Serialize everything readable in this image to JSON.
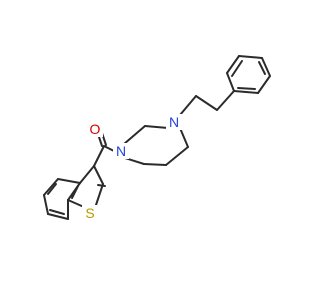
{
  "atoms": {
    "oxygen": {
      "symbol": "O",
      "color": "#d40000"
    },
    "nitrogen_amide": {
      "symbol": "N",
      "color": "#2244dd"
    },
    "nitrogen_amine": {
      "symbol": "N",
      "color": "#2244dd"
    },
    "sulfur": {
      "symbol": "S",
      "color": "#b59b00"
    }
  },
  "bond_color": "#2b2b2b",
  "background": "#ffffff"
}
